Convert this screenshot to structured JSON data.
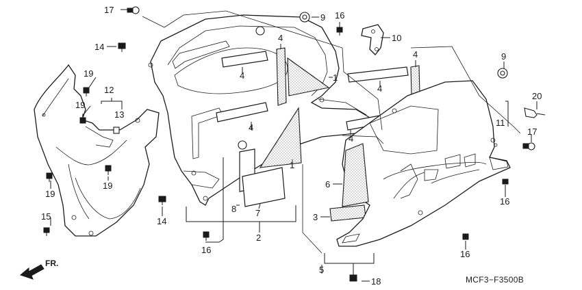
{
  "diagram": {
    "drawing_code": "MCF3−F3500B",
    "direction_label": "FR.",
    "callouts": [
      {
        "id": "c17a",
        "label": "17"
      },
      {
        "id": "c9a",
        "label": "9"
      },
      {
        "id": "c16a",
        "label": "16"
      },
      {
        "id": "c10",
        "label": "10"
      },
      {
        "id": "c14a",
        "label": "14"
      },
      {
        "id": "c4a",
        "label": "4"
      },
      {
        "id": "c4b",
        "label": "4"
      },
      {
        "id": "c1a",
        "label": "1"
      },
      {
        "id": "c4c",
        "label": "4"
      },
      {
        "id": "c4d",
        "label": "4"
      },
      {
        "id": "c9b",
        "label": "9"
      },
      {
        "id": "c19a",
        "label": "19"
      },
      {
        "id": "c12",
        "label": "12"
      },
      {
        "id": "c19b",
        "label": "19"
      },
      {
        "id": "c13",
        "label": "13"
      },
      {
        "id": "c4e",
        "label": "4"
      },
      {
        "id": "c4f",
        "label": "4"
      },
      {
        "id": "c1b",
        "label": "1"
      },
      {
        "id": "c20",
        "label": "20"
      },
      {
        "id": "c11",
        "label": "11"
      },
      {
        "id": "c17b",
        "label": "17"
      },
      {
        "id": "c19c",
        "label": "19"
      },
      {
        "id": "c19d",
        "label": "19"
      },
      {
        "id": "c6",
        "label": "6"
      },
      {
        "id": "c16b",
        "label": "16"
      },
      {
        "id": "c14b",
        "label": "14"
      },
      {
        "id": "c8",
        "label": "8"
      },
      {
        "id": "c7",
        "label": "7"
      },
      {
        "id": "c3",
        "label": "3"
      },
      {
        "id": "c15",
        "label": "15"
      },
      {
        "id": "c2",
        "label": "2"
      },
      {
        "id": "c16c",
        "label": "16"
      },
      {
        "id": "c16d",
        "label": "16"
      },
      {
        "id": "c5",
        "label": "5"
      },
      {
        "id": "c18",
        "label": "18"
      }
    ]
  }
}
